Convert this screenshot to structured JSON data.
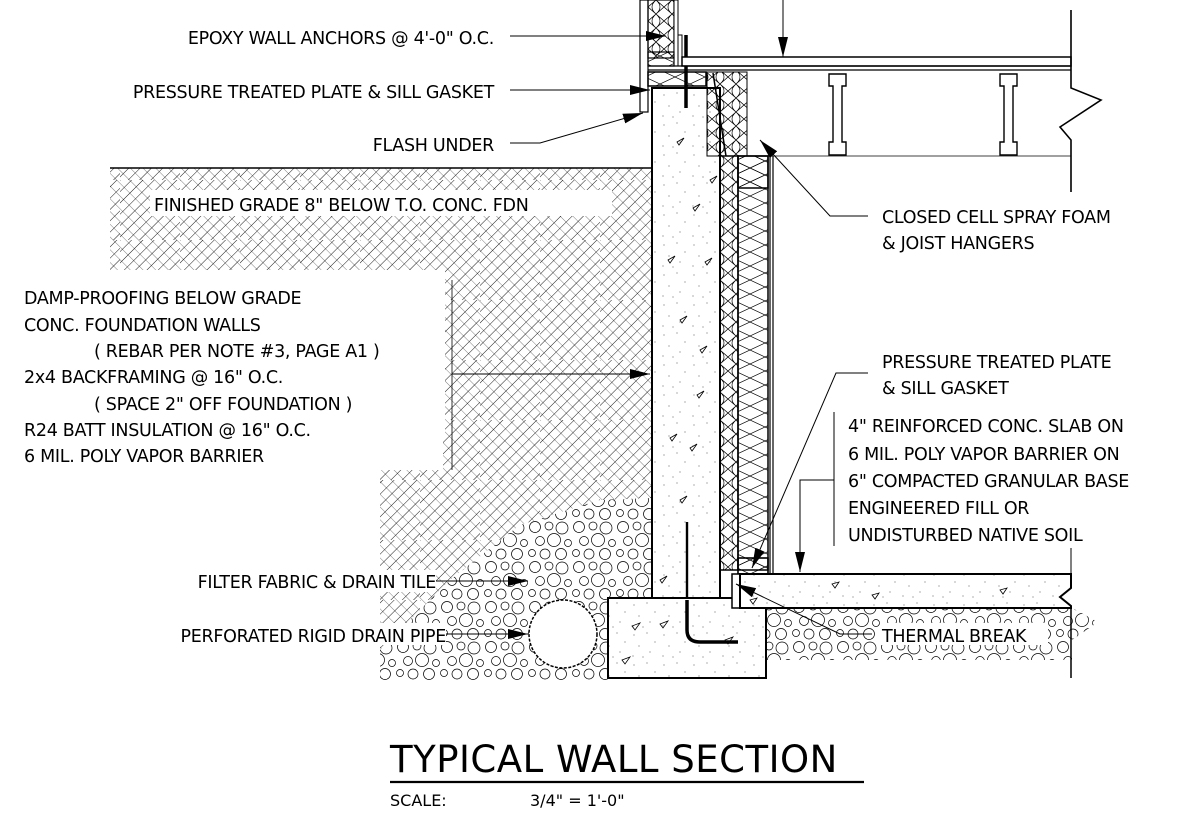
{
  "drawing": {
    "title": "TYPICAL WALL SECTION",
    "scale_label": "SCALE:",
    "scale_value": "3/4\" = 1'-0\"",
    "callouts": {
      "epoxy_anchors": "EPOXY WALL ANCHORS @ 4'-0\" O.C.",
      "pt_plate_top": "PRESSURE TREATED PLATE & SILL GASKET",
      "flash_under": "FLASH UNDER",
      "finished_grade": "FINISHED GRADE 8\" BELOW T.O. CONC. FDN",
      "spray_foam": [
        "CLOSED CELL SPRAY FOAM",
        "& JOIST HANGERS"
      ],
      "damp_proofing": [
        "DAMP-PROOFING BELOW GRADE",
        "CONC. FOUNDATION WALLS",
        "( REBAR PER NOTE #3, PAGE A1 )",
        "2x4 BACKFRAMING @ 16\" O.C.",
        "( SPACE 2\" OFF FOUNDATION )",
        "R24 BATT INSULATION @ 16\" O.C.",
        "6 MIL. POLY VAPOR BARRIER"
      ],
      "pt_plate_bottom": [
        "PRESSURE TREATED PLATE",
        "& SILL GASKET"
      ],
      "slab": [
        "4\" REINFORCED CONC. SLAB ON",
        "6 MIL. POLY VAPOR BARRIER ON",
        "6\" COMPACTED GRANULAR BASE",
        "ENGINEERED FILL OR",
        "UNDISTURBED NATIVE SOIL"
      ],
      "filter_fabric": "FILTER FABRIC & DRAIN TILE",
      "drain_pipe": "PERFORATED RIGID DRAIN PIPE",
      "thermal_break": "THERMAL BREAK"
    }
  }
}
